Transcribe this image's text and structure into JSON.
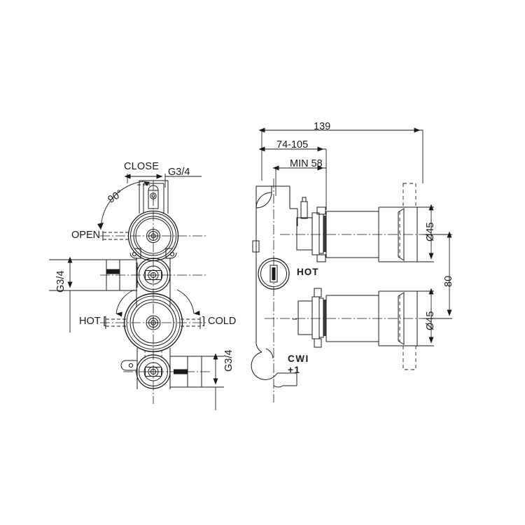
{
  "drawing": {
    "title": "Thermostatic shower valve body - technical drawing",
    "units": "mm",
    "line_color": "#1a1a1a",
    "background_color": "#ffffff",
    "views": [
      {
        "name": "front-view",
        "position": "left"
      },
      {
        "name": "side-view",
        "position": "right"
      }
    ]
  },
  "front_view": {
    "labels": {
      "close": "CLOSE",
      "open": "OPEN",
      "angle": "90°",
      "thread_top": "G3/4",
      "thread_left": "G3/4",
      "thread_bottom": "G3/4",
      "hot": "HOT",
      "cold": "COLD",
      "hot_bracket": "HOT [",
      "cold_bracket": "] COLD"
    }
  },
  "side_view": {
    "dimensions": {
      "overall_length": "139",
      "install_depth_range": "74-105",
      "min_depth": "MIN 58",
      "handle_diameter_upper": "Ø45",
      "handle_diameter_lower": "Ø45",
      "center_spacing": "80"
    },
    "labels": {
      "hot_port": "HOT",
      "cold_water_inlet": "CWI",
      "cold_water_inlet_note": "+1"
    }
  }
}
